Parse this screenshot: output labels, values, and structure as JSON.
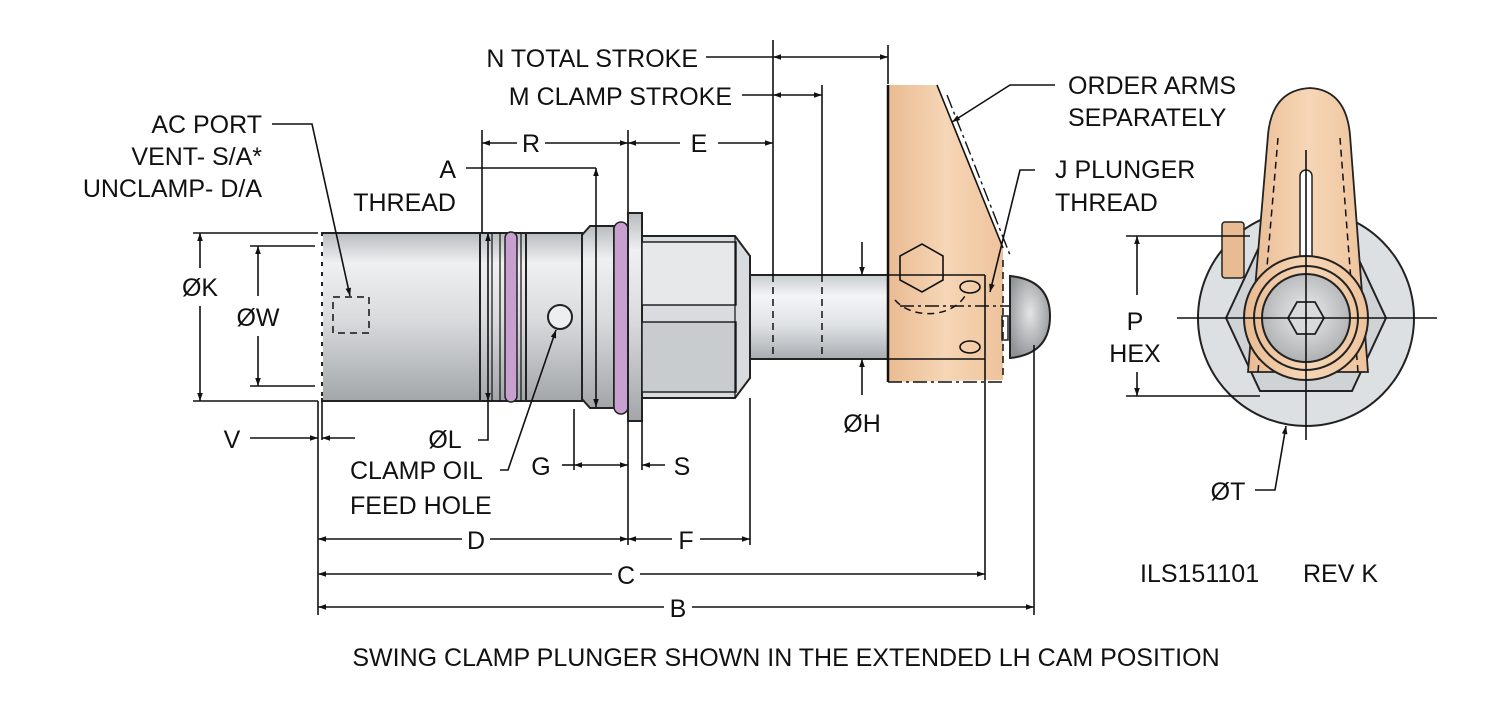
{
  "drawing": {
    "drawing_number": "ILS151101",
    "revision": "REV K",
    "caption": "SWING CLAMP PLUNGER SHOWN IN THE EXTENDED LH CAM POSITION",
    "colors": {
      "body_steel": "#cfd2d5",
      "arm_bronze": "#f0c9a4",
      "oring_purple": "#c7a0cf",
      "line": "#111111"
    }
  },
  "callouts": {
    "ac_port": [
      "AC PORT",
      "VENT- S/A*",
      "UNCLAMP- D/A"
    ],
    "a_thread": [
      "A",
      "THREAD"
    ],
    "n_total_stroke": "N TOTAL STROKE",
    "m_clamp_stroke": "M CLAMP STROKE",
    "order_arms": [
      "ORDER ARMS",
      "SEPARATELY"
    ],
    "j_plunger_thread": [
      "J  PLUNGER",
      "THREAD"
    ],
    "p_hex": [
      "P",
      "HEX"
    ],
    "clamp_oil_feed_hole": [
      "CLAMP OIL",
      "FEED HOLE"
    ]
  },
  "dimensions": {
    "R": "R",
    "E": "E",
    "K": "ØK",
    "W": "ØW",
    "V": "V",
    "L": "ØL",
    "G": "G",
    "S": "S",
    "H": "ØH",
    "D": "D",
    "F": "F",
    "C": "C",
    "B": "B",
    "T": "ØT"
  }
}
